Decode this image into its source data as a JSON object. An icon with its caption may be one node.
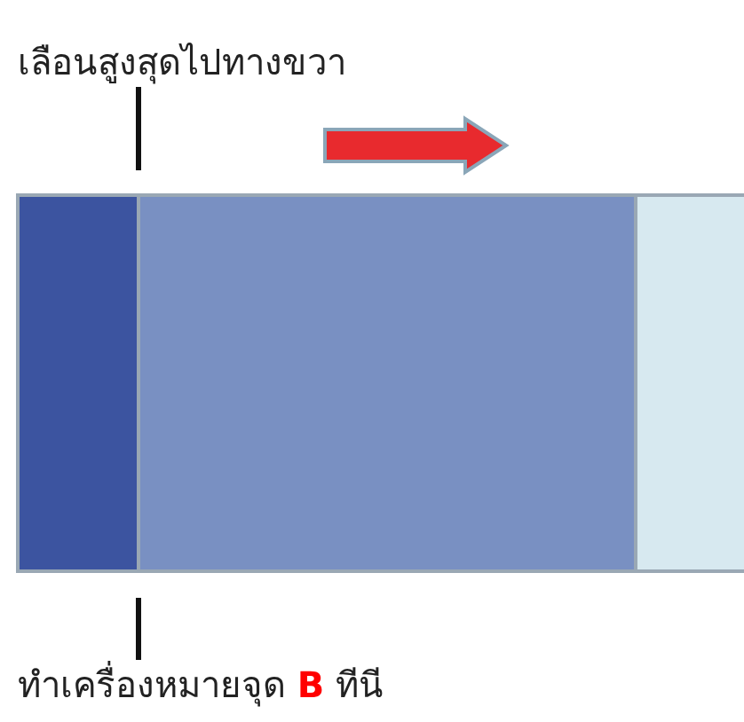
{
  "diagram": {
    "nodes": [
      {
        "text": [
          "เลือนสูงสุดไปทางขวา"
        ]
      },
      {
        "text": [
          "ทำเครื่องหมายจุด **B** ทีนี"
        ]
      }
    ],
    "edges": [
      {
        "from": 0,
        "to": null,
        "arrow": "none"
      },
      {
        "from": 1,
        "to": null,
        "arrow": "none"
      }
    ]
  }
}
